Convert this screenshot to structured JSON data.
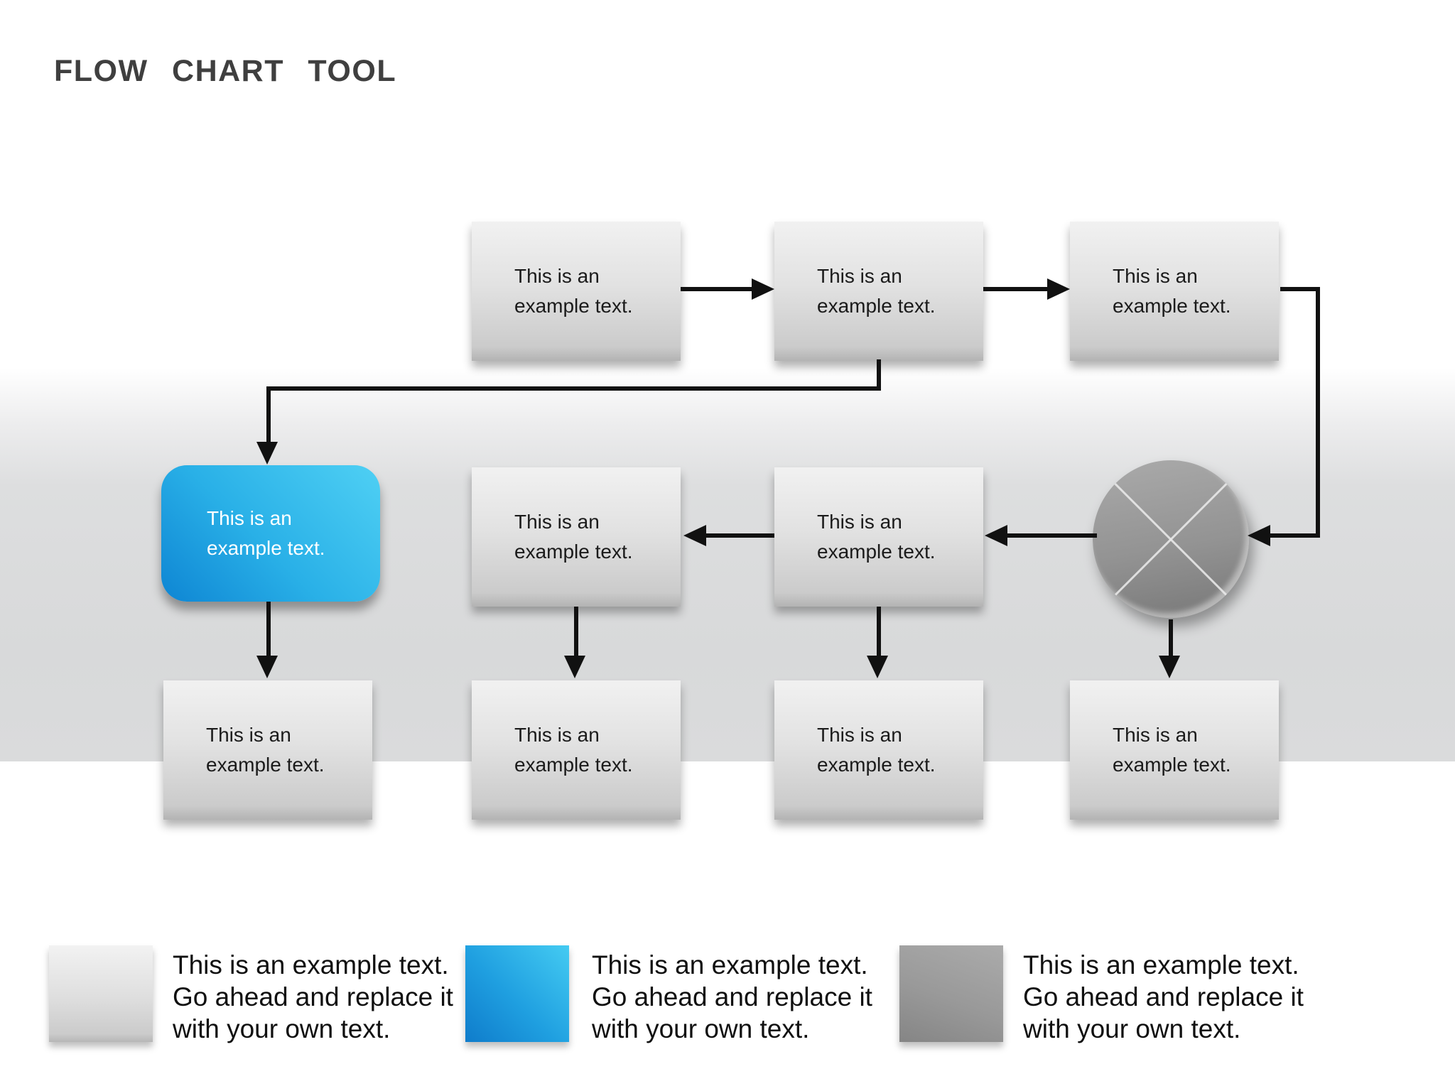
{
  "title": "FLOW CHART TOOL",
  "nodes": [
    {
      "id": "top-1",
      "shape": "rectangle",
      "color": "gray",
      "line1": "This is an",
      "line2": "example text."
    },
    {
      "id": "top-2",
      "shape": "rectangle",
      "color": "gray",
      "line1": "This is an",
      "line2": "example text."
    },
    {
      "id": "top-3",
      "shape": "rectangle",
      "color": "gray",
      "line1": "This is an",
      "line2": "example text."
    },
    {
      "id": "mid-highlight",
      "shape": "rounded-rectangle",
      "color": "blue",
      "line1": "This is an",
      "line2": "example text."
    },
    {
      "id": "mid-2",
      "shape": "rectangle",
      "color": "gray",
      "line1": "This is an",
      "line2": "example text."
    },
    {
      "id": "mid-3",
      "shape": "rectangle",
      "color": "gray",
      "line1": "This is an",
      "line2": "example text."
    },
    {
      "id": "mid-junction",
      "shape": "circle-with-cross",
      "color": "dark-gray",
      "line1": "",
      "line2": ""
    },
    {
      "id": "bottom-1",
      "shape": "rectangle",
      "color": "gray",
      "line1": "This is an",
      "line2": "example text."
    },
    {
      "id": "bottom-2",
      "shape": "rectangle",
      "color": "gray",
      "line1": "This is an",
      "line2": "example text."
    },
    {
      "id": "bottom-3",
      "shape": "rectangle",
      "color": "gray",
      "line1": "This is an",
      "line2": "example text."
    },
    {
      "id": "bottom-4",
      "shape": "rectangle",
      "color": "gray",
      "line1": "This is an",
      "line2": "example text."
    }
  ],
  "legend": [
    {
      "swatch_color": "gray",
      "swatch_hex": "#d6d6d6",
      "lines": [
        "This is an example text.",
        "Go ahead and replace it",
        "with your own text."
      ]
    },
    {
      "swatch_color": "blue",
      "swatch_hex": "#1ba2e2",
      "lines": [
        "This is an example text.",
        "Go ahead and replace it",
        "with your own text."
      ]
    },
    {
      "swatch_color": "dark-gray",
      "swatch_hex": "#909090",
      "lines": [
        "This is an example text.",
        "Go ahead and replace it",
        "with your own text."
      ]
    }
  ],
  "colors": {
    "accent_blue": "#1ba2e2",
    "node_gray": "#d6d6d6",
    "junction_gray": "#8f8f8f",
    "arrow_black": "#111111",
    "band_gray": "#d9dadb",
    "title_gray": "#3f3f3f"
  }
}
